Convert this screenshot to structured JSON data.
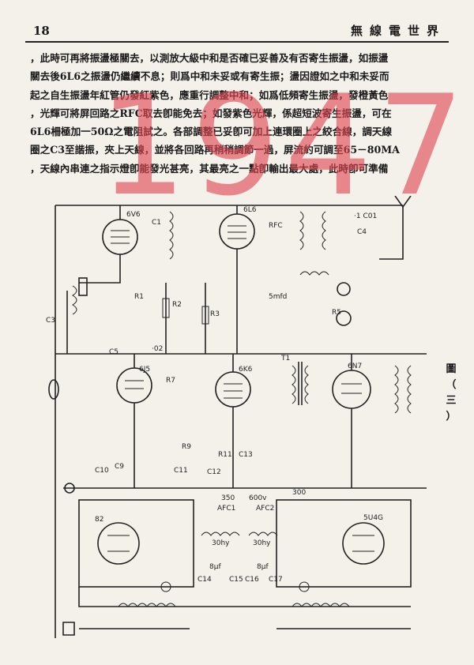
{
  "header": {
    "page_number": "18",
    "magazine_title": "無線電世界"
  },
  "body": {
    "lines": [
      "，此時可再將振盪極關去，以測放大級中和是否確已妥善及有否寄生振盪，如振盪",
      "關去後6L6之振盪仍繼續不息；則爲中和未妥或有寄生振；盪因證如之中和未妥而",
      "起之自生振盪年紅管仍發紅紫色，應重行調整中和；如爲低頻寄生振盪，發橙黃色",
      "，光輝可將屏回路之RFC取去卽能免去；如發紫色光輝，係超短波寄生振盪，可在",
      "6L6柵極加一50Ω之電阻試之。各部調整已妥卽可加上連環圈上之絞合線，調天線",
      "圈之C3至諧振，夾上天線，並將各回路再稍稍調節一過，屏流約可調至65－80MA",
      "，天線內串連之指示燈卽能發光甚亮，其最亮之一點卽輸出最大處，此時卽可準備"
    ]
  },
  "watermark": "1947",
  "figure": {
    "caption": [
      "圖",
      "（",
      "三",
      "）"
    ],
    "labels": {
      "tube_6v6": "6V6",
      "tube_6l6": "6L6",
      "tube_6j5": "6J5",
      "tube_6k6": "6K6",
      "tube_6n7": "6N7",
      "tube_82": "82",
      "tube_5u4g": "5U4G",
      "ant_cap": "C4",
      "ant_cap_value": "·1 C01",
      "cap_c3": "C3",
      "rfc": "RFC",
      "res_r3": "R3",
      "res_r5": "R5",
      "res_r9": "R9",
      "res_r11": "R11",
      "cap_c9": "C9",
      "cap_c11": "C11",
      "cap_c13": "C13",
      "cap_c02": "·02",
      "cap_c1": "C1",
      "res_r1": "R1",
      "res_r2": "R2",
      "cap_c5": "C5",
      "res_r7": "R7",
      "cap_c10": "C10",
      "cap_c12": "C12",
      "trans_t1": "T1",
      "afc1": "AFC1",
      "afc2": "AFC2",
      "choke1": "30hy",
      "choke2": "30hy",
      "cap_c14": "C14",
      "cap_c15": "C15",
      "cap_c16": "C16",
      "cap_c17": "C17",
      "cap_8uf_1": "8μf",
      "cap_8uf_2": "8μf",
      "volt_350": "350",
      "volt_600": "600v",
      "volt_300": "300",
      "mfd": "5mfd"
    }
  }
}
